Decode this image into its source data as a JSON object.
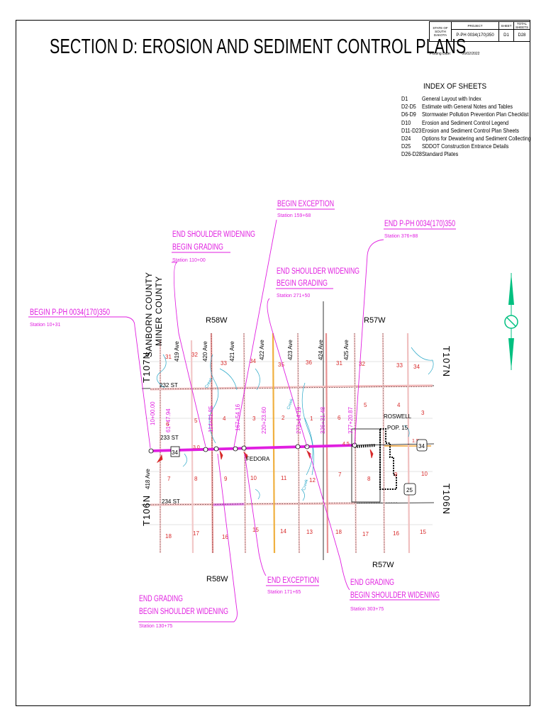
{
  "title": "SECTION D: EROSION AND SEDIMENT CONTROL PLANS",
  "title_block": {
    "state_label": "STATE OF SOUTH DAKOTA",
    "project_label": "PROJECT",
    "project_value": "P-PH 0034(170)350",
    "sheet_label": "SHEET",
    "sheet_value": "D1",
    "total_label": "TOTAL SHEETS",
    "total_value": "D28"
  },
  "plotting": {
    "label": "Plotting Date:",
    "date": "06/02/2022"
  },
  "index": {
    "title": "INDEX OF SHEETS",
    "rows": [
      {
        "code": "D1",
        "desc": "General Layout with Index"
      },
      {
        "code": "D2-D5",
        "desc": "Estimate with General Notes and Tables"
      },
      {
        "code": "D6-D9",
        "desc": "Stormwater Pollution Prevention Plan Checklist"
      },
      {
        "code": "D10",
        "desc": "Erosion and Sediment Control Legend"
      },
      {
        "code": "D11-D23",
        "desc": "Erosion and Sediment Control Plan Sheets"
      },
      {
        "code": "D24",
        "desc": "Options for Dewatering and Sediment Collecting"
      },
      {
        "code": "D25",
        "desc": "SDDOT Construction Entrance Details"
      },
      {
        "code": "D26-D28",
        "desc": "Standard Plates"
      }
    ]
  },
  "callouts": {
    "begin_project": {
      "title": "BEGIN P-PH 0034(170)350",
      "station": "Station 10+31"
    },
    "end_shoulder_1": {
      "line1": "END SHOULDER WIDENING",
      "line2": "BEGIN GRADING",
      "station": "Station 110+00"
    },
    "begin_exception": {
      "title": "BEGIN EXCEPTION",
      "station": "Station 159+68"
    },
    "end_shoulder_2": {
      "line1": "END SHOULDER WIDENING",
      "line2": "BEGIN GRADING",
      "station": "Station 271+50"
    },
    "end_project": {
      "title": "END P-PH 0034(170)350",
      "station": "Station 376+88"
    },
    "end_grading_1": {
      "line1": "END GRADING",
      "line2": "BEGIN SHOULDER WIDENING",
      "station": "Station 130+75"
    },
    "end_exception": {
      "title": "END EXCEPTION",
      "station": "Station 171+65"
    },
    "end_grading_2": {
      "line1": "END GRADING",
      "line2": "BEGIN SHOULDER WIDENING",
      "station": "Station 303+75"
    }
  },
  "map": {
    "range_west": "R58W",
    "range_east": "R57W",
    "township_north": "T107N",
    "township_south": "T106N",
    "county_north": "SANBORN COUNTY",
    "county_south": "MINER COUNTY",
    "avenues": [
      "419 Ave",
      "420 Ave",
      "421 Ave",
      "422 Ave",
      "423 Ave",
      "424 Ave",
      "425 Ave",
      "418 Ave"
    ],
    "streets": [
      "232 ST",
      "233 ST",
      "234 ST"
    ],
    "towns": {
      "fedora": "FEDORA",
      "roswell": "ROSWELL",
      "roswell_pop": "POP. 15"
    },
    "highways": {
      "us34": "34",
      "sd25": "25"
    },
    "stations": [
      "10+00.00",
      "61+47.94",
      "114+81.85",
      "167+54.16",
      "220+23.60",
      "273+14.19",
      "326+31.48",
      "377+20.87"
    ],
    "sections_top": [
      "31",
      "32",
      "33",
      "34",
      "35",
      "36",
      "31",
      "32",
      "33",
      "34"
    ],
    "sections_mid": [
      "6",
      "5",
      "4",
      "3",
      "2",
      "1",
      "6",
      "5",
      "4",
      "3"
    ],
    "sections_low": [
      "7",
      "8",
      "9",
      "10",
      "11",
      "12",
      "7",
      "8",
      "9",
      "10"
    ],
    "sections_bot": [
      "18",
      "17",
      "16",
      "15",
      "14",
      "13",
      "18",
      "17",
      "16",
      "15"
    ],
    "mile_labels": [
      "3.0",
      "4.5",
      "1.5"
    ],
    "creek_labels": [
      "Creek",
      "Creek",
      "Creek"
    ]
  },
  "colors": {
    "magenta": "#e01ee0",
    "red": "#d82a2a",
    "gray": "#999999",
    "orange": "#f0a030",
    "green": "#00c080"
  }
}
